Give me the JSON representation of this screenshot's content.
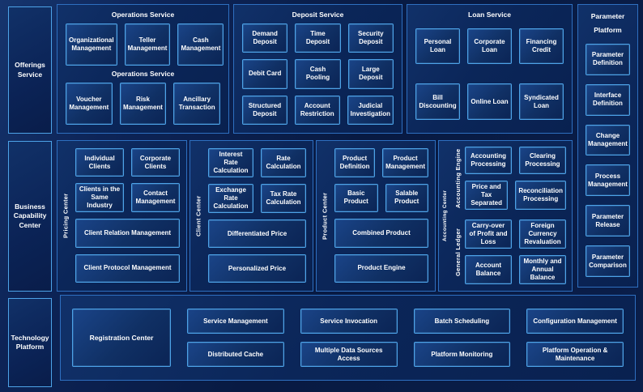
{
  "colors": {
    "page_background": "#0a1e4a",
    "panel_background": "#0b2659",
    "panel_border": "#2e6fc0",
    "box_border": "#4da3e8",
    "box_fill_top": "#1a4488",
    "box_fill_bottom": "#0b2455",
    "text": "#ffffff"
  },
  "rails": {
    "offerings": "Offerings Service",
    "business": "Business Capability Center",
    "technology": "Technology Platform"
  },
  "operations": {
    "title": "Operations Service",
    "subtitle": "Operations Service",
    "row1": [
      "Organizational Management",
      "Teller Management",
      "Cash Management"
    ],
    "row2": [
      "Voucher Management",
      "Risk Management",
      "Ancillary Transaction"
    ]
  },
  "deposit": {
    "title": "Deposit Service",
    "rows": [
      [
        "Demand Deposit",
        "Time Deposit",
        "Security Deposit"
      ],
      [
        "Debit Card",
        "Cash Pooling",
        "Large Deposit"
      ],
      [
        "Structured Deposit",
        "Account Restriction",
        "Judicial Investigation"
      ]
    ]
  },
  "loan": {
    "title": "Loan Service",
    "rows": [
      [
        "Personal Loan",
        "Corporate Loan",
        "Financing Credit"
      ],
      [
        "Bill Discounting",
        "Online Loan",
        "Syndicated Loan"
      ]
    ]
  },
  "parameter": {
    "title": "Parameter Platform",
    "items": [
      "Parameter Definition",
      "Interface Definition",
      "Change Management",
      "Process Management",
      "Parameter Release",
      "Parameter Comparison"
    ]
  },
  "pricing": {
    "label": "Pricing Center",
    "grid": [
      "Individual Clients",
      "Corporate Clients",
      "Clients in the Same Industry",
      "Contact Management"
    ],
    "wide": [
      "Client Relation Management",
      "Client Protocol Management"
    ]
  },
  "client": {
    "label": "Client Center",
    "grid": [
      "Interest Rate Calculation",
      "Rate Calculation",
      "Exchange Rate Calculation",
      "Tax Rate Calculation"
    ],
    "wide": [
      "Differentiated Price",
      "Personalized Price"
    ]
  },
  "product": {
    "label": "Product Center",
    "grid": [
      "Product Definition",
      "Product Management",
      "Basic Product",
      "Salable Product"
    ],
    "wide": [
      "Combined Product",
      "Product Engine"
    ]
  },
  "accounting": {
    "label": "Accounting Center",
    "engine_label": "Accounting Engine",
    "ledger_label": "General Ledger",
    "engine_boxes": [
      "Accounting Processing",
      "Clearing Processing",
      "Price and Tax Separated",
      "Reconciliation Processing"
    ],
    "ledger_boxes": [
      "Carry-over of Profit and Loss",
      "Foreign Currency Revaluation",
      "Account Balance",
      "Monthly and Annual Balance"
    ]
  },
  "technology": {
    "registration": "Registration Center",
    "row1": [
      "Service Management",
      "Service Invocation",
      "Batch Scheduling",
      "Configuration Management"
    ],
    "row2": [
      "Distributed Cache",
      "Multiple Data Sources Access",
      "Platform Monitoring",
      "Platform Operation & Maintenance"
    ]
  }
}
